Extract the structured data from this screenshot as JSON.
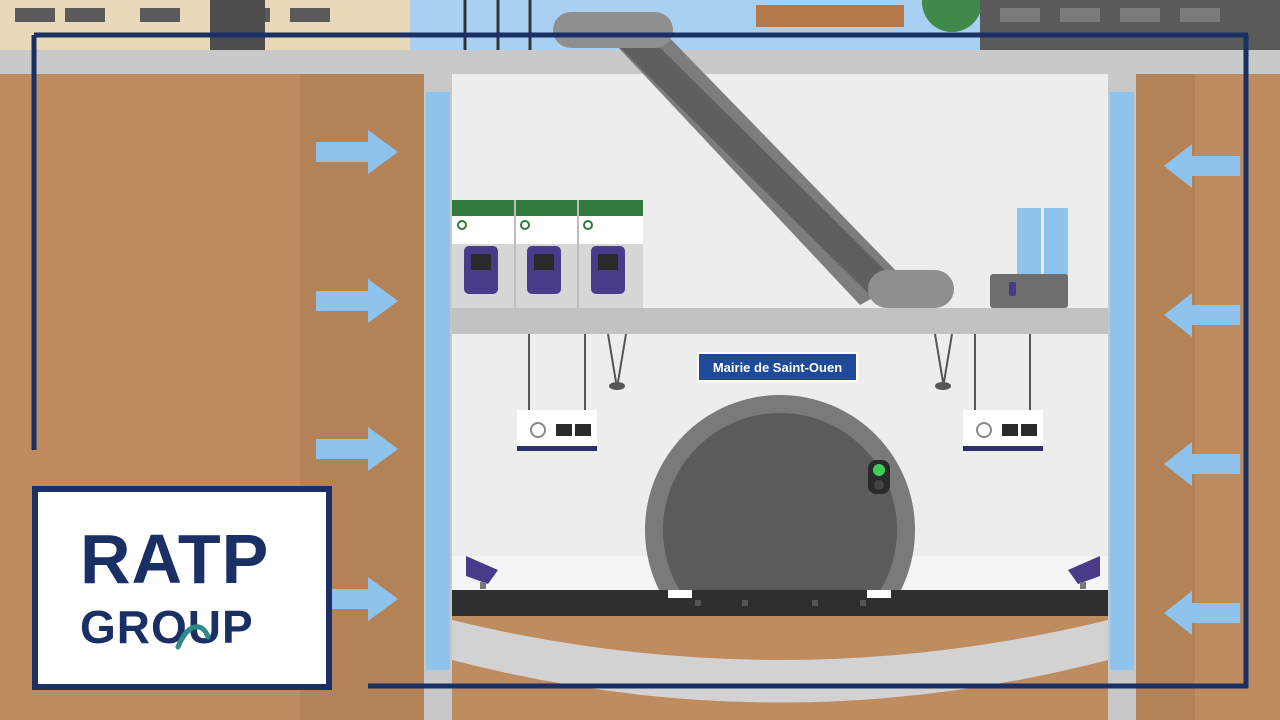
{
  "station": {
    "name": "Mairie de Saint-Ouen"
  },
  "logo": {
    "line1": "RATP",
    "line2": "GROUP"
  },
  "colors": {
    "soil": "#bf8c60",
    "wall": "#ededed",
    "slab": "#c2c2c2",
    "accent_blue": "#8ec3ee",
    "navy": "#1a2f63",
    "sign_blue": "#1f4a9a",
    "tunnel": "#5b5b5b",
    "machine_purple": "#4a3a8a",
    "green": "#2f7a3c"
  },
  "icons": [
    "arrow-right-icon",
    "arrow-left-icon",
    "ticket-machine-icon",
    "display-panel-icon",
    "signal-light-icon",
    "floodlight-icon",
    "escalator-icon"
  ]
}
